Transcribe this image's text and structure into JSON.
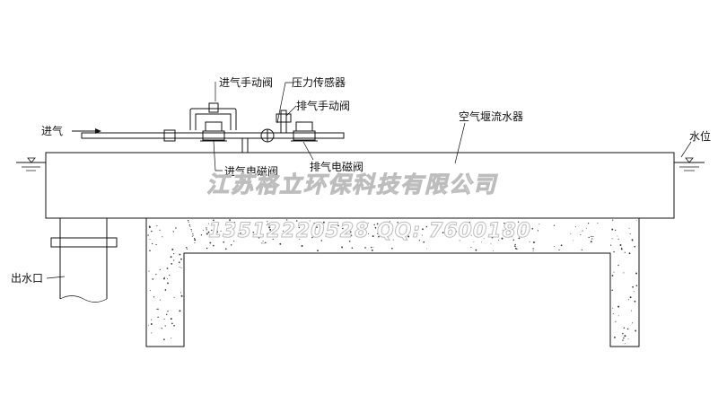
{
  "labels": {
    "inlet_manual_valve": "进气手动阀",
    "pressure_sensor": "压力传感器",
    "exhaust_manual_valve": "排气手动阀",
    "air_inlet": "进气",
    "air_weir": "空气堰流水器",
    "water_level": "水位",
    "inlet_solenoid_valve": "进气电磁阀",
    "exhaust_solenoid_valve": "排气电磁阀",
    "outlet": "出水口"
  },
  "watermark": {
    "company": "江苏格立环保科技有限公司",
    "contact": "13512220528   QQ: 7600180"
  }
}
